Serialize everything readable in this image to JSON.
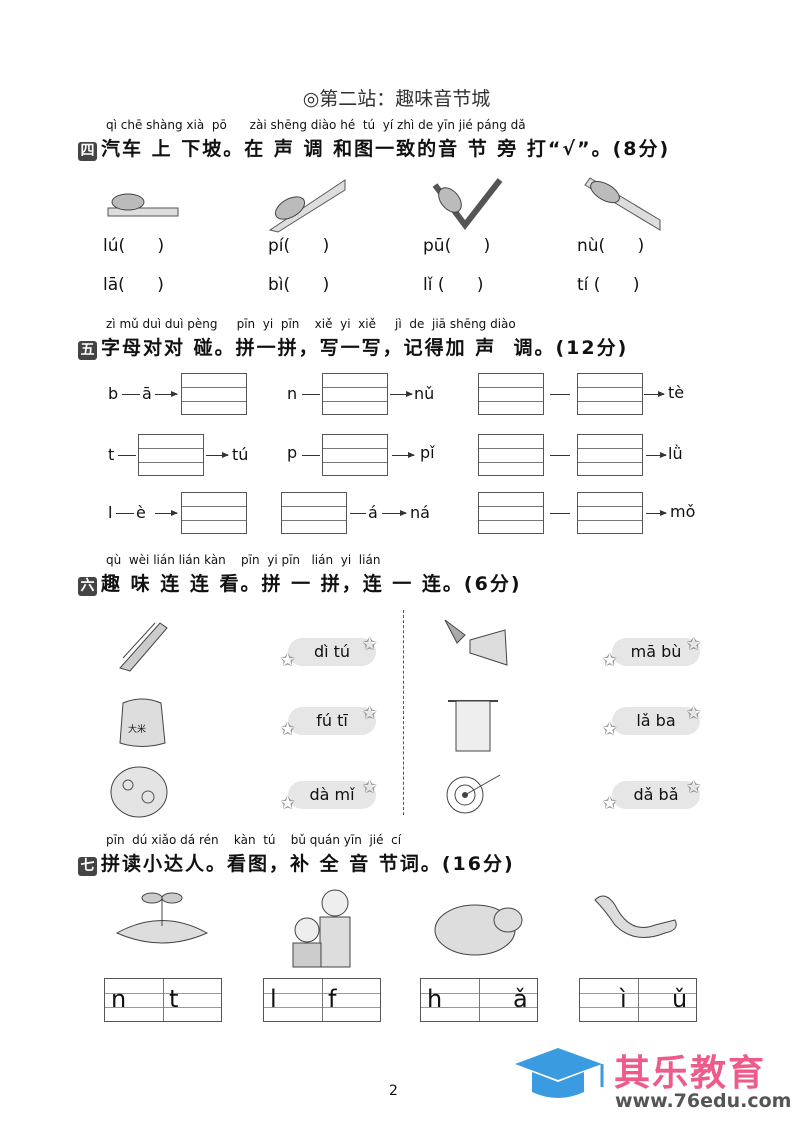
{
  "header": {
    "station": "◎第二站：趣味音节城"
  },
  "s4": {
    "badge": "四",
    "pinyin": "qì chē shàng xià  pō      zài shēng diào hé  tú  yí zhì de yīn jié páng dǎ",
    "title": "汽车 上 下坡。在 声 调 和图一致的音 节 旁 打“√”。(8分)",
    "options": [
      [
        "lú(      )",
        "lā(      )"
      ],
      [
        "pí(      )",
        "bì(      )"
      ],
      [
        "pū(      )",
        "lǐ (      )"
      ],
      [
        "nù(      )",
        "tí (      )"
      ]
    ]
  },
  "s5": {
    "badge": "五",
    "pinyin": "zì mǔ duì duì pèng     pīn  yi  pīn    xiě  yi  xiě     jì  de  jiā shēng diào",
    "title": "字母对对 碰。拼一拼，写一写，记得加 声  调。(12分)",
    "items": {
      "b": "b",
      "a1": "ā",
      "n": "n",
      "nu": "nǔ",
      "te": "tè",
      "t": "t",
      "tu": "tú",
      "p": "p",
      "pi": "pǐ",
      "lv": "lǜ",
      "l": "l",
      "e": "è",
      "a4": "á",
      "na": "ná",
      "mo": "mǒ"
    }
  },
  "s6": {
    "badge": "六",
    "pinyin": "qù  wèi lián lián kàn    pīn  yi pīn   lián  yi  lián",
    "title": "趣 味 连 连 看。拼 一 拼，连 一 连。(6分)",
    "left_labels": [
      "dì tú",
      "fú tī",
      "dà mǐ"
    ],
    "right_labels": [
      "mā bù",
      "lǎ ba",
      "dǎ bǎ"
    ],
    "rice_bag": "大米"
  },
  "s7": {
    "badge": "七",
    "pinyin": "pīn  dú xiǎo dá rén    kàn  tú    bǔ quán yīn  jié  cí",
    "title": "拼读小达人。看图，补 全 音 节词。(16分)",
    "boxes": [
      [
        "n",
        "t"
      ],
      [
        "l",
        "f"
      ],
      [
        "h",
        "ǎ"
      ],
      [
        "ì",
        "ǔ"
      ]
    ]
  },
  "footer": {
    "page": "2"
  },
  "logo": {
    "name": "其乐教育",
    "url": "www.76edu.com",
    "blue": "#3a9be0",
    "pink": "#ee5a8a"
  }
}
